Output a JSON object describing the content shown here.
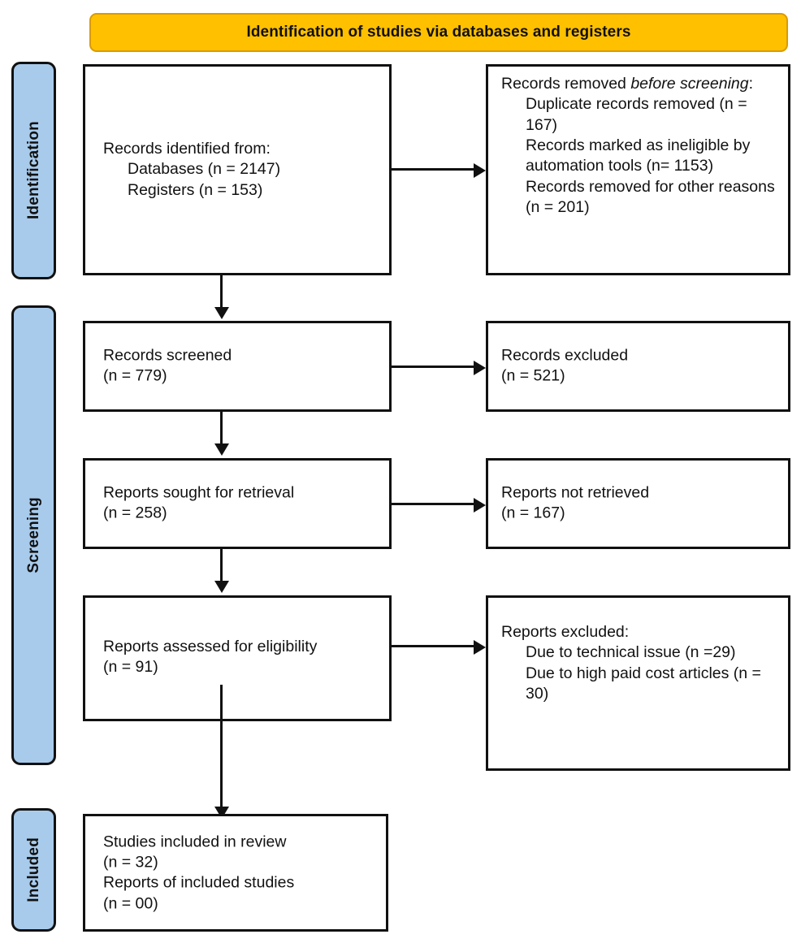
{
  "banner": {
    "title": "Identification of studies via databases and registers"
  },
  "stages": [
    {
      "label": "Identification"
    },
    {
      "label": "Screening"
    },
    {
      "label": "Included"
    }
  ],
  "nodes": {
    "records_identified": {
      "line1": "Records identified from:",
      "line2": "Databases (n = 2147)",
      "line3": "Registers (n = 153)"
    },
    "records_removed": {
      "line1_plain": "Records removed ",
      "line1_italic": "before screening",
      "line1_colon": ":",
      "line2": "Duplicate records removed (n = 167)",
      "line3": "Records marked as ineligible by automation tools (n= 1153)",
      "line4": "Records removed for other reasons (n = 201)"
    },
    "records_screened": {
      "line1": "Records screened",
      "line2": "(n = 779)"
    },
    "records_excluded": {
      "line1": "Records excluded",
      "line2": "(n = 521)"
    },
    "reports_sought": {
      "line1": "Reports sought for retrieval",
      "line2": "(n = 258)"
    },
    "reports_not_retrieved": {
      "line1": "Reports not retrieved",
      "line2": "(n = 167)"
    },
    "reports_assessed": {
      "line1": "Reports assessed for eligibility",
      "line2": "(n = 91)"
    },
    "reports_excluded": {
      "line1": "Reports excluded:",
      "line2": "Due to technical issue (n =29)",
      "line3": "Due to high paid cost articles (n = 30)"
    },
    "studies_included": {
      "line1": "Studies included in review",
      "line2": "(n = 32)",
      "line3": "Reports of included studies",
      "line4": "(n = 00)"
    }
  },
  "colors": {
    "banner_fill": "#FFC000",
    "banner_border": "#D99B00",
    "stage_fill": "#A8CBEC",
    "node_border": "#111111",
    "node_fill": "#FFFFFF",
    "page_background": "#FFFFFF"
  }
}
